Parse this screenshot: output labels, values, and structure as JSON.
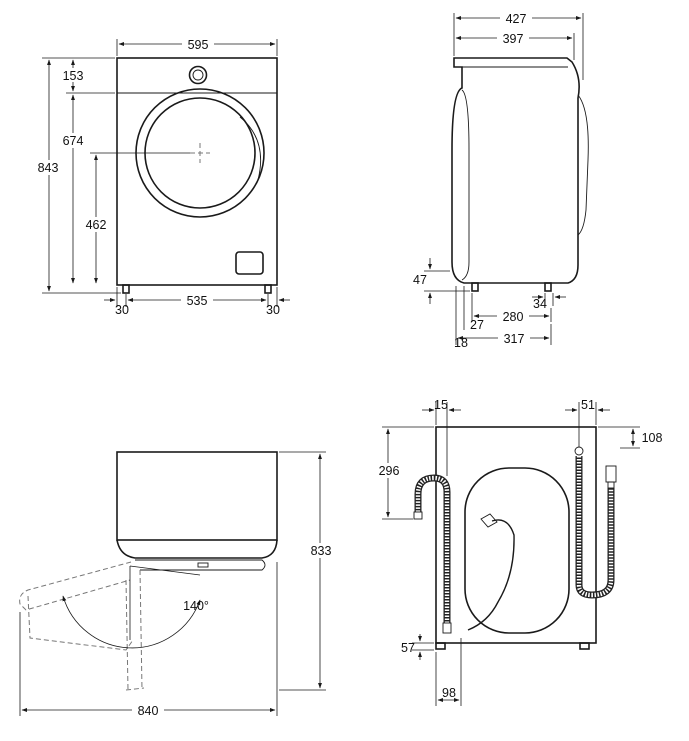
{
  "front_view": {
    "width": "595",
    "height_total": "843",
    "top_panel": "153",
    "to_door_top": "674",
    "door_center_height": "462",
    "feet_spacing": "535",
    "left_foot_offset": "30",
    "right_foot_offset": "30"
  },
  "side_view": {
    "depth_total": "427",
    "depth_body": "397",
    "foot_height": "47",
    "rear_foot_offset": "34",
    "foot_span": "280",
    "front_foot_offset": "27",
    "base_offset": "18",
    "base_depth": "317"
  },
  "door_opening_view": {
    "height": "833",
    "door_angle": "140°",
    "depth_with_door_open": "840"
  },
  "rear_view": {
    "left_hose_offset": "15",
    "right_hose_offset": "51",
    "right_hose_top": "108",
    "left_hose_height": "296",
    "base_clearance": "57",
    "hose_width": "98"
  }
}
